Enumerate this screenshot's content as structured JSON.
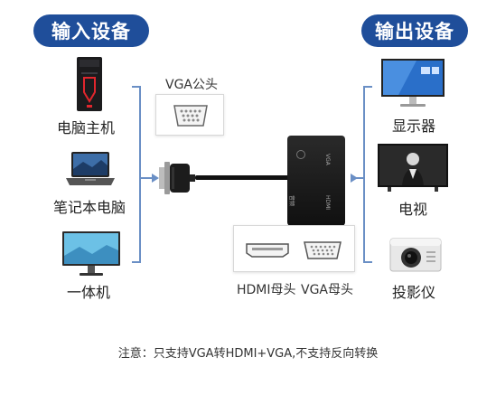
{
  "headers": {
    "input": "输入设备",
    "output": "输出设备"
  },
  "inputs": [
    {
      "label": "电脑主机",
      "icon": "desktop-tower-icon"
    },
    {
      "label": "笔记本电脑",
      "icon": "laptop-icon"
    },
    {
      "label": "一体机",
      "icon": "all-in-one-pc-icon"
    }
  ],
  "outputs": [
    {
      "label": "显示器",
      "icon": "monitor-icon"
    },
    {
      "label": "电视",
      "icon": "tv-icon"
    },
    {
      "label": "投影仪",
      "icon": "projector-icon"
    }
  ],
  "ports": {
    "vga_male": "VGA公头",
    "hdmi_female": "HDMI母头",
    "vga_female": "VGA母头",
    "adapter_vga": "VGA",
    "adapter_hdmi": "HDMI",
    "adapter_audio": "音频"
  },
  "note": "注意：只支持VGA转HDMI+VGA,不支持反向转换",
  "colors": {
    "accent": "#1f4e9a",
    "line": "#6a8fc5"
  }
}
